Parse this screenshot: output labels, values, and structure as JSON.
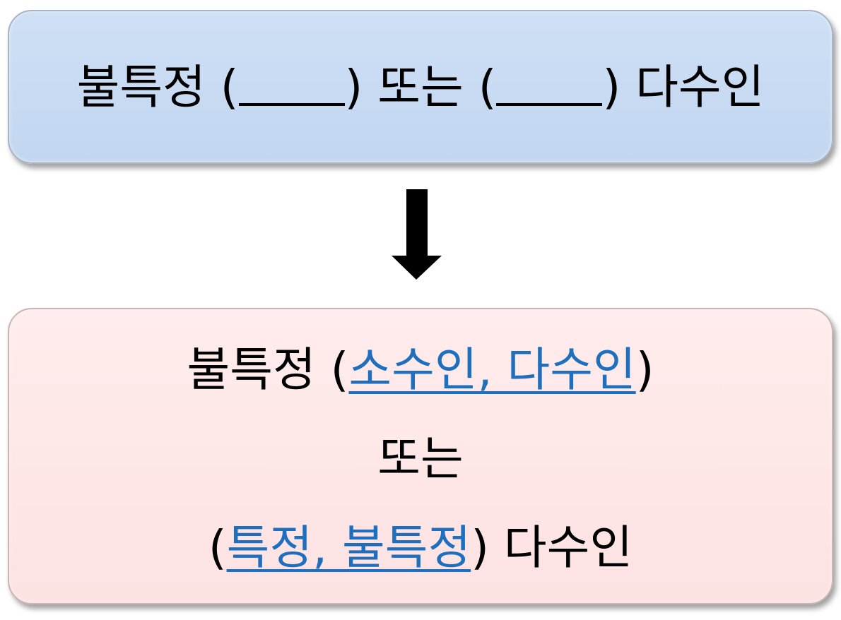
{
  "top_box": {
    "word1": "불특정",
    "connector": "또는",
    "word_end": "다수인",
    "open_paren": "(",
    "close_paren": ")"
  },
  "bottom_box": {
    "line1": {
      "prefix": "불특정 ",
      "open_paren": "(",
      "answer": "소수인, 다수인",
      "close_paren": ")"
    },
    "line2": {
      "text": "또는"
    },
    "line3": {
      "open_paren": "(",
      "answer": "특정, 불특정",
      "close_paren": ")",
      "suffix": " 다수인"
    }
  },
  "colors": {
    "top_box_fill": "#c6dbf2",
    "bottom_box_fill": "#fde5e5",
    "answer_text": "#1f6fbf",
    "arrow": "#000000"
  },
  "icons": {
    "arrow": "down-arrow-icon"
  }
}
